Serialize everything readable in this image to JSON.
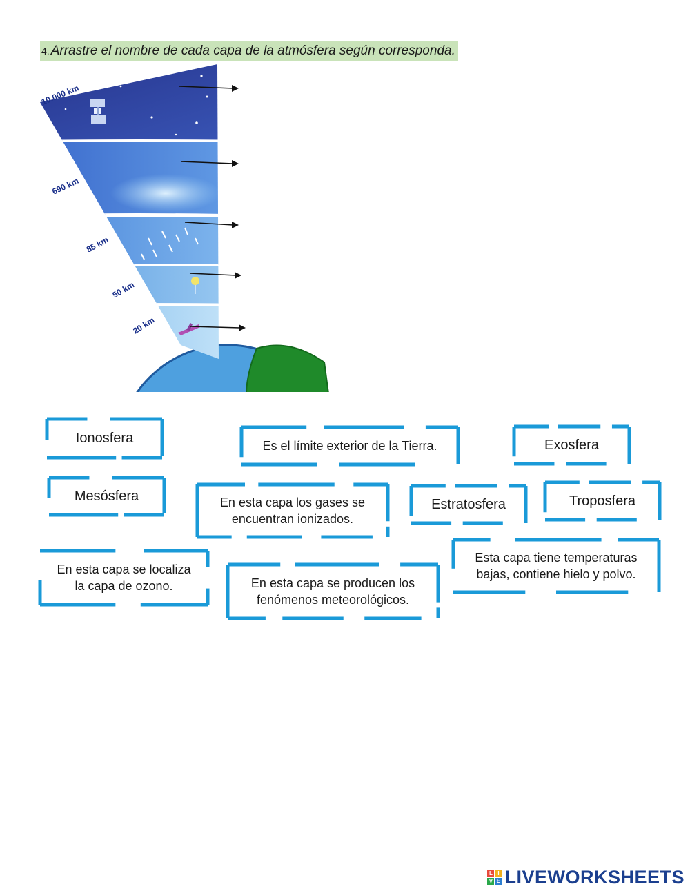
{
  "instruction": {
    "number": "4.",
    "text": "Arrastre el nombre de cada capa de la atmósfera según corresponda."
  },
  "diagram": {
    "altitude_labels": [
      "10.000 km",
      "690 km",
      "85 km",
      "50 km",
      "20 km"
    ],
    "colors": {
      "exosphere": "#2e3f9e",
      "thermosphere": "#3f73d6",
      "mesosphere": "#4f8fe0",
      "stratosphere": "#5fa4e6",
      "troposphere": "#7cbcee",
      "earth_ocean": "#4ea0df",
      "earth_land": "#1f8a2a",
      "label_text": "#1a2f8a"
    }
  },
  "cards": {
    "ionosfera": "Ionosfera",
    "limite": "Es el límite exterior de la Tierra.",
    "exosfera": "Exosfera",
    "mesosfera": "Mesósfera",
    "ionizados_1": "En esta capa los gases se",
    "ionizados_2": "encuentran ionizados.",
    "estratosfera": "Estratosfera",
    "troposfera": "Troposfera",
    "ozono_1": "En esta capa se localiza",
    "ozono_2": "la capa de ozono.",
    "meteoro_1": "En esta capa se producen los",
    "meteoro_2": "fenómenos meteorológicos.",
    "hielo_1": "Esta capa tiene temperaturas",
    "hielo_2": "bajas, contiene hielo y polvo."
  },
  "card_border_color": "#1a9ad8",
  "logo": {
    "mark_letters": [
      "L",
      "I",
      "V",
      "E"
    ],
    "word": "LIVEWORKSHEETS"
  }
}
